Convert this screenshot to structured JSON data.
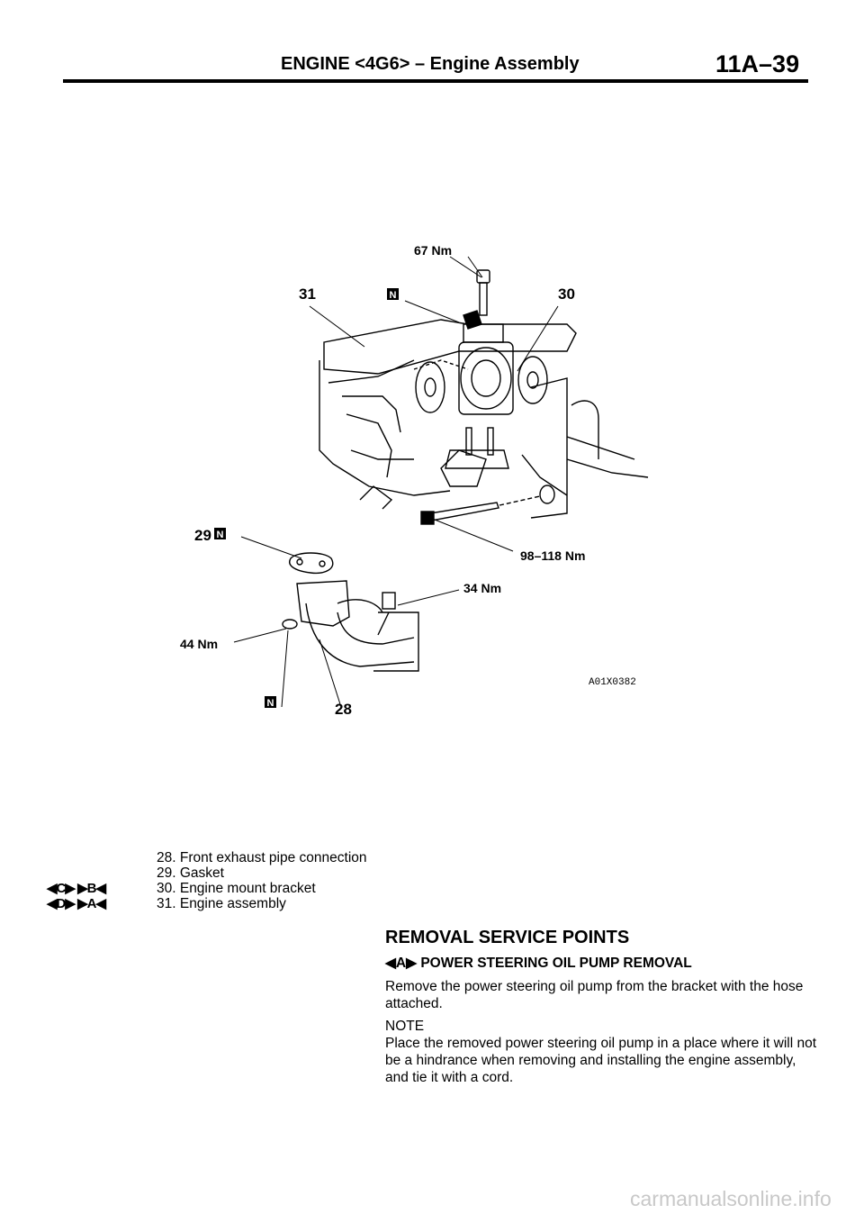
{
  "header": {
    "title": "ENGINE <4G6> – Engine Assembly",
    "page": "11A–39"
  },
  "diagram": {
    "callouts": {
      "c31": "31",
      "c30": "30",
      "c29": "29",
      "c28": "28",
      "n_symbol": "N"
    },
    "torques": {
      "t67": "67 Nm",
      "t98": "98–118 Nm",
      "t34": "34 Nm",
      "t44": "44 Nm"
    },
    "figure_code": "A01X0382"
  },
  "parts": [
    {
      "markers": "",
      "text": "28. Front exhaust pipe connection"
    },
    {
      "markers": "",
      "text": "29. Gasket"
    },
    {
      "markers": "◀C▶   ▶B◀",
      "text": "30. Engine mount bracket"
    },
    {
      "markers": "◀D▶   ▶A◀",
      "text": "31. Engine assembly"
    }
  ],
  "service": {
    "title": "REMOVAL SERVICE POINTS",
    "subtitle": "◀A▶ POWER STEERING OIL PUMP REMOVAL",
    "para1": "Remove the power steering oil pump from the bracket with the hose attached.",
    "note_label": "NOTE",
    "note_text": "Place the removed power steering oil pump in a place where it will not be a hindrance when removing and installing the engine assembly, and tie it with a cord."
  },
  "watermark": "carmanualsonline.info"
}
